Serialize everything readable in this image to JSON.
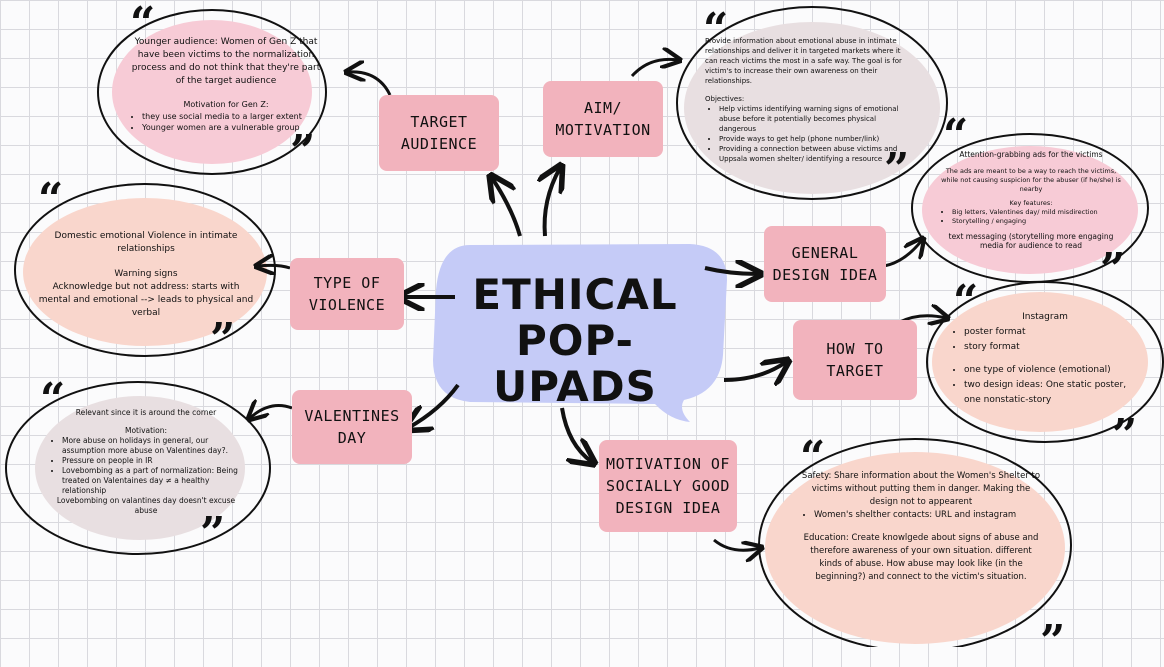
{
  "center": {
    "line1": "ETHICAL",
    "line2": "POP-UPADS"
  },
  "nodes": {
    "target_audience": "TARGET\nAUDIENCE",
    "aim_motivation": "AIM/\nMOTIVATION",
    "type_of_violence": "TYPE OF\nVIOLENCE",
    "valentines_day": "VALENTINES\nDAY",
    "general_design_idea": "GENERAL\nDESIGN IDEA",
    "how_to_target": "HOW TO\nTARGET",
    "motivation_socially_good": "MOTIVATION OF\nSOCIALLY GOOD\nDESIGN IDEA"
  },
  "quote_marks": {
    "open": "“",
    "close": "”"
  },
  "bubbles": {
    "target_audience": {
      "lead": "Younger audience: Women of Gen Z that have been victims to the normalization process and do not think that they're part of the target audience",
      "subtitle": "Motivation for Gen Z:",
      "items": [
        "they use social media to a larger extent",
        "Younger women are a vulnerable group"
      ]
    },
    "aim": {
      "lead": "Provide information about emotional abuse in intimate relationships and deliver it in targeted markets where it can reach victims the most in a safe way. The goal is for victim's to increase their own awareness on their relationships.",
      "subtitle": "Objectives:",
      "items": [
        "Help victims identifying warning signs of emotional abuse before it potentially becomes physical dangerous",
        "Provide ways to get help (phone number/link)",
        "Providing a connection between abuse victims and Uppsala women shelter/ identifying a resource"
      ]
    },
    "violence": {
      "lead": "Domestic emotional Violence in intimate relationships",
      "subtitle": "Warning signs",
      "detail": "Acknowledge but not address: starts with mental and emotional --> leads to physical and verbal"
    },
    "valentines": {
      "lead": "Relevant since it is around the corner",
      "subtitle": "Motivation:",
      "items": [
        "More abuse on holidays in general, our assumption more abuse on Valentines day?.",
        "Pressure on people in IR",
        "Lovebombing as a part of normalization: Being treated on Valentaines day ≠ a healthy relationship"
      ],
      "footer": "Lovebombing on valantines day doesn't excuse abuse"
    },
    "general_design": {
      "lead": "Attention-grabbing ads for the victims",
      "detail": "The ads are meant to be a way to reach the victims, while not causing suspicion for the abuser (if he/she) is nearby",
      "subtitle": "Key features:",
      "items": [
        "Big letters, Valentines day/ mild misdirection",
        "Storytelling / engaging"
      ],
      "footer": "text messaging (storytelling more engaging media for audience to read"
    },
    "how_to_target": {
      "lead": "Instagram",
      "items": [
        "poster format",
        "story format"
      ],
      "items2": [
        "one type of violence (emotional)",
        "two design ideas: One static poster, one nonstatic-story"
      ]
    },
    "socially_good": {
      "safety": "Safety: Share information about the Women's Shelter to victims without putting them in danger. Making the design not to appearent",
      "item": "Women's shelther contacts: URL and instagram",
      "education": "Education: Create knowlgede about signs of abuse and therefore awareness of your own situation. different kinds of abuse. How abuse may look like (in the beginning?) and connect to the victim's situation."
    }
  },
  "colors": {
    "node_fill": "#f2b3bd",
    "center_fill": "#c5cbf7",
    "bubble_pink": "#f7cbd6",
    "bubble_peach": "#f9d6cc",
    "bubble_mauve": "#e8dfe1"
  }
}
